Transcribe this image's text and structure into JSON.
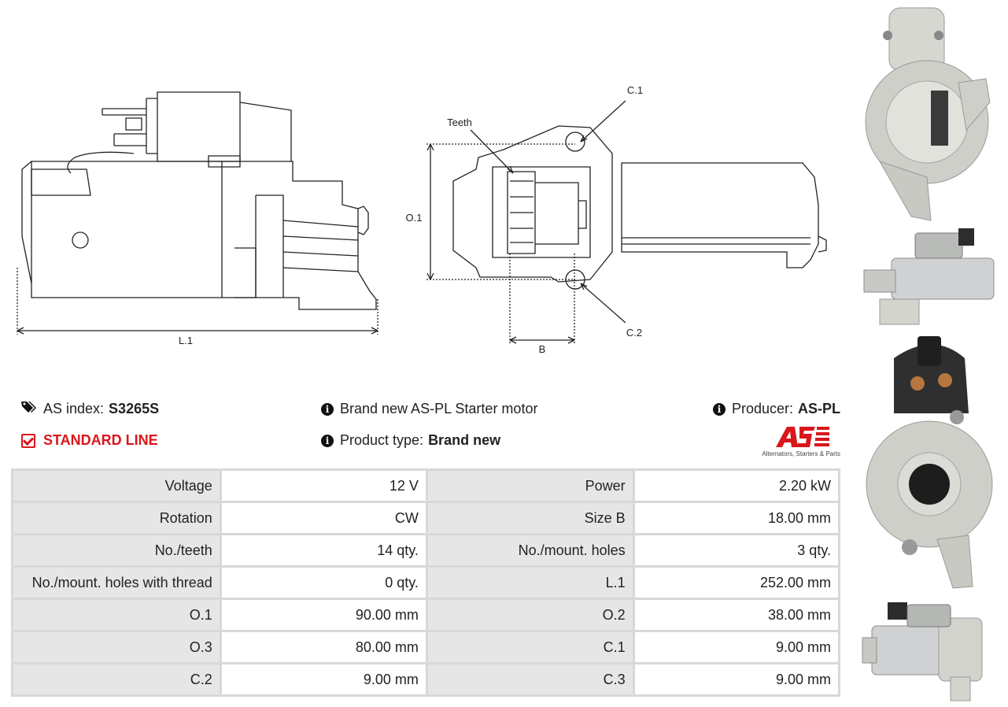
{
  "drawing_labels": {
    "l1": "L.1",
    "o1": "O.1",
    "teeth": "Teeth",
    "c1": "C.1",
    "c2": "C.2",
    "b": "B"
  },
  "info": {
    "as_index_label": "AS index:",
    "as_index_value": "S3265S",
    "description": "Brand new AS-PL Starter motor",
    "producer_label": "Producer:",
    "producer_value": "AS-PL",
    "line": "STANDARD LINE",
    "product_type_label": "Product type:",
    "product_type_value": "Brand new"
  },
  "logo": {
    "text": "AS",
    "subtitle": "Alternators, Starters & Parts",
    "color": "#d9171c"
  },
  "specs": [
    {
      "label1": "Voltage",
      "value1": "12 V",
      "label2": "Power",
      "value2": "2.20 kW"
    },
    {
      "label1": "Rotation",
      "value1": "CW",
      "label2": "Size B",
      "value2": "18.00 mm"
    },
    {
      "label1": "No./teeth",
      "value1": "14 qty.",
      "label2": "No./mount. holes",
      "value2": "3 qty."
    },
    {
      "label1": "No./mount. holes with thread",
      "value1": "0 qty.",
      "label2": "L.1",
      "value2": "252.00 mm"
    },
    {
      "label1": "O.1",
      "value1": "90.00 mm",
      "label2": "O.2",
      "value2": "38.00 mm"
    },
    {
      "label1": "O.3",
      "value1": "80.00 mm",
      "label2": "C.1",
      "value2": "9.00 mm"
    },
    {
      "label1": "C.2",
      "value1": "9.00 mm",
      "label2": "C.3",
      "value2": "9.00 mm"
    }
  ]
}
